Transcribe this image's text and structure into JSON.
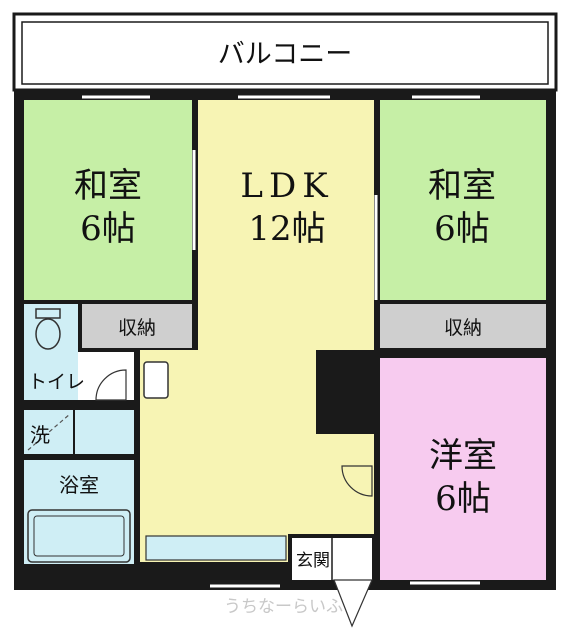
{
  "floorplan": {
    "balcony": "バルコニー",
    "rooms": {
      "washitsu_left": {
        "name": "和室",
        "size": "6帖",
        "color": "#c6efa6"
      },
      "ldk": {
        "name": "LDK",
        "size": "12帖",
        "color": "#f7f4b4"
      },
      "washitsu_right": {
        "name": "和室",
        "size": "6帖",
        "color": "#c6efa6"
      },
      "youshitsu": {
        "name": "洋室",
        "size": "6帖",
        "color": "#f7cbef"
      },
      "storage_left": {
        "name": "収納",
        "color": "#cfcfcf"
      },
      "storage_right": {
        "name": "収納",
        "color": "#cfcfcf"
      },
      "toilet": {
        "name": "トイレ",
        "color": "#cfeef5"
      },
      "wash": {
        "name": "洗",
        "color": "#cfeef5"
      },
      "bath": {
        "name": "浴室",
        "color": "#cfeef5"
      },
      "entrance": {
        "name": "玄関",
        "color": "#ffffff"
      }
    },
    "watermark": "うちなーらいふ"
  }
}
